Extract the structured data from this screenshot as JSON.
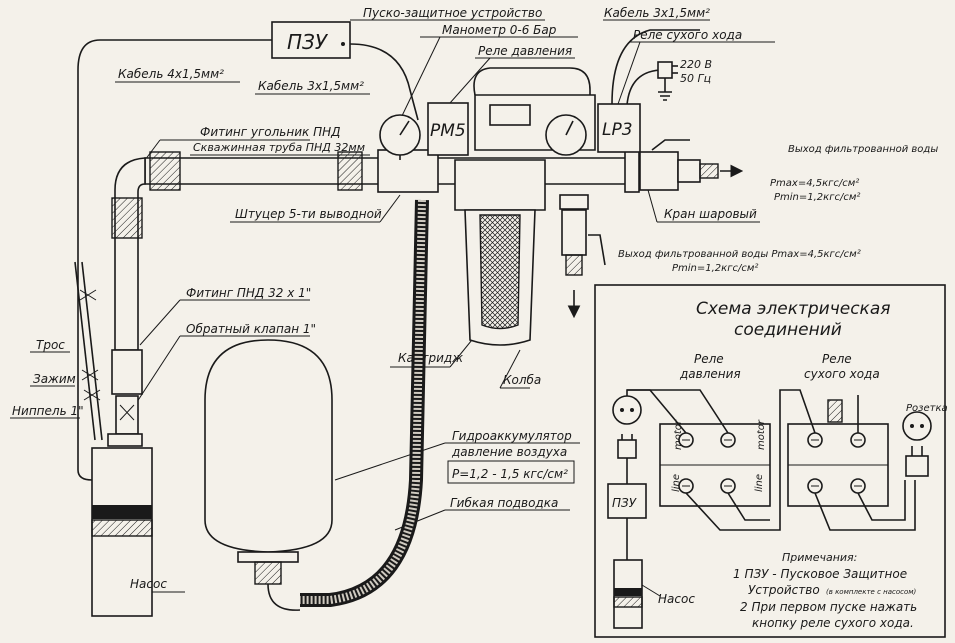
{
  "labels": {
    "pzu_box": "ПЗУ",
    "startup_device": "Пуско-защитное устройство",
    "manometer": "Манометр 0-6 Бар",
    "pressure_relay": "Реле давления",
    "cable_3x15_top": "Кабель 3х1,5мм²",
    "dry_run_relay": "Реле сухого хода",
    "power": "220 В",
    "freq": "50 Гц",
    "cable_4x15": "Кабель 4х1,5мм²",
    "cable_3x15": "Кабель 3х1,5мм²",
    "fitting_corner": "Фитинг угольник ПНД",
    "well_pipe": "Скважинная труба ПНД 32мм",
    "rm5": "РМ5",
    "lp3": "LP3",
    "output_top": "Выход фильтрованной воды",
    "output_top_pmax": "Pmax=4,5кгс/см²",
    "output_top_pmin": "Pmin=1,2кгс/см²",
    "shtutser": "Штуцер 5-ти выводной",
    "ball_valve": "Кран шаровый",
    "output_bottom": "Выход фильтрованной воды Pmax=4,5кгс/см²",
    "output_bottom_pmin": "Pmin=1,2кгс/см²",
    "fitting_pnd": "Фитинг ПНД 32 х 1\"",
    "check_valve": "Обратный клапан 1\"",
    "tros": "Трос",
    "zazhim": "Зажим",
    "nippel": "Ниппель 1\"",
    "cartridge": "Картридж",
    "kolba": "Колба",
    "accumulator_1": "Гидроаккумулятор",
    "accumulator_2": "давление воздуха",
    "accumulator_3": "P=1,2 - 1,5 кгс/см²",
    "flex_hose": "Гибкая подводка",
    "nasos": "Насос"
  },
  "electric": {
    "title_1": "Схема электрическая",
    "title_2": "соединений",
    "relay_pressure_1": "Реле",
    "relay_pressure_2": "давления",
    "relay_dry_1": "Реле",
    "relay_dry_2": "сухого хода",
    "socket": "Розетка",
    "motor_left": "motor",
    "motor_right": "motor",
    "line_left": "line",
    "line_right": "line",
    "pzu": "ПЗУ",
    "nasos": "Насос",
    "notes_title": "Примечания:",
    "note_1a": "1 ПЗУ - Пусковое Защитное",
    "note_1b": "Устройство",
    "note_1c": "(в комплекте с насосом)",
    "note_2a": "2 При первом пуске нажать",
    "note_2b": "кнопку реле сухого хода."
  },
  "colors": {
    "ink": "#1a1a1a",
    "paper": "#f4f1ea"
  }
}
